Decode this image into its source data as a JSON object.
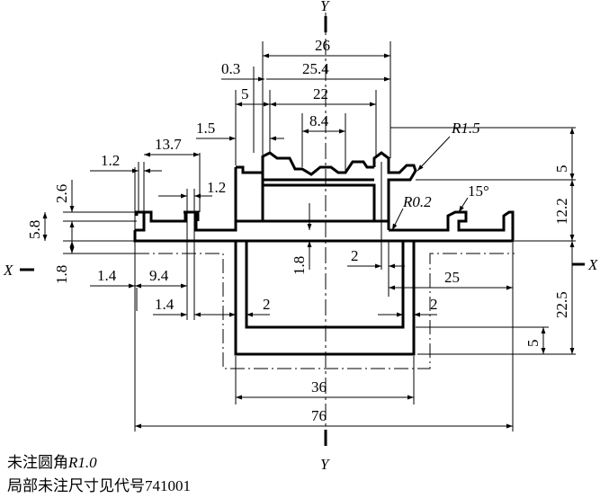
{
  "axes": {
    "y_top": "Y",
    "y_bottom": "Y",
    "x_left": "X",
    "x_right": "X"
  },
  "dimensions": {
    "d26": "26",
    "d0_3": "0.3",
    "d25_4": "25.4",
    "d5_top": "5",
    "d22": "22",
    "d8_4": "8.4",
    "d1_5": "1.5",
    "d13_7": "13.7",
    "d1_2_a": "1.2",
    "d1_2_b": "1.2",
    "d2_6": "2.6",
    "d5_8": "5.8",
    "d1_8_left": "1.8",
    "d1_4_a": "1.4",
    "d9_4": "9.4",
    "d1_4_b": "1.4",
    "d2_left": "2",
    "d1_8_mid": "1.8",
    "d2_mid": "2",
    "d25": "25",
    "d2_right": "2",
    "d36": "36",
    "d76": "76",
    "d5_right": "5",
    "d12_2": "12.2",
    "d22_5": "22.5",
    "d5_bottom": "5"
  },
  "callouts": {
    "r1_5": "R1.5",
    "r0_2": "R0.2",
    "angle15": "15°"
  },
  "notes": {
    "line1_prefix": "未注圆角",
    "line1_radius": "R1.0",
    "line2": "局部未注尺寸见代号741001"
  }
}
